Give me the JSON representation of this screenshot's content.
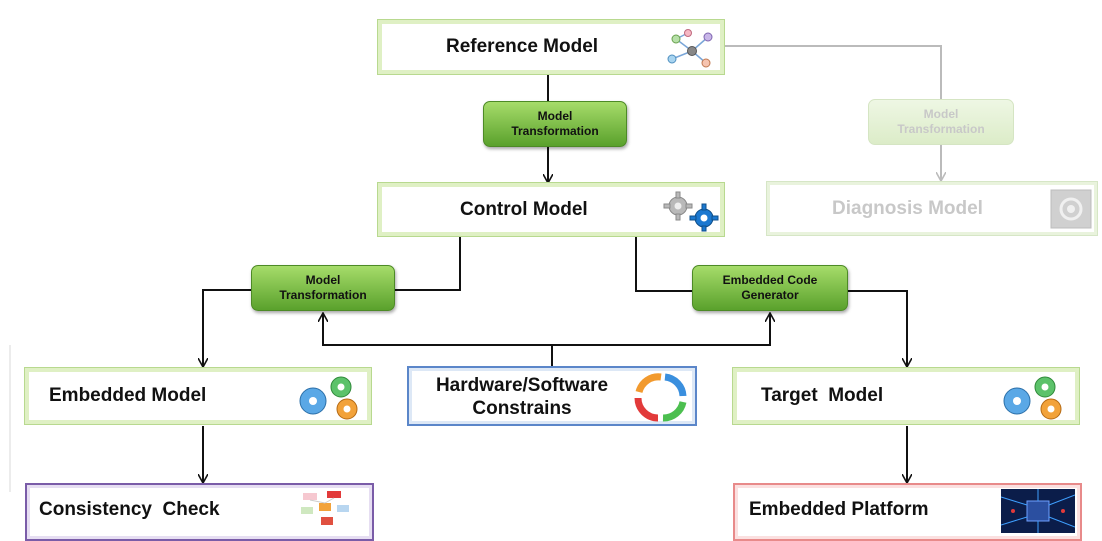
{
  "nodes": {
    "reference_model": "Reference Model",
    "control_model": "Control Model",
    "diagnosis_model": "Diagnosis Model",
    "embedded_model": "Embedded Model",
    "hw_sw_constraints_line1": "Hardware/Software",
    "hw_sw_constraints_line2": "Constrains",
    "target_model": "Target  Model",
    "consistency_check": "Consistency  Check",
    "embedded_platform": "Embedded Platform"
  },
  "transforms": {
    "top_line1": "Model",
    "top_line2": "Transformation",
    "faded_line1": "Model",
    "faded_line2": "Transformation",
    "left_line1": "Model",
    "left_line2": "Transformation",
    "codegen_line1": "Embedded Code",
    "codegen_line2": "Generator"
  },
  "colors": {
    "green_border": "#dff0c4",
    "purple_border": "#7a5ca8",
    "red_border": "#e88a8a",
    "blue_border": "#5b86c9",
    "arrow": "#111111",
    "faded_arrow": "#bbbbbb"
  }
}
